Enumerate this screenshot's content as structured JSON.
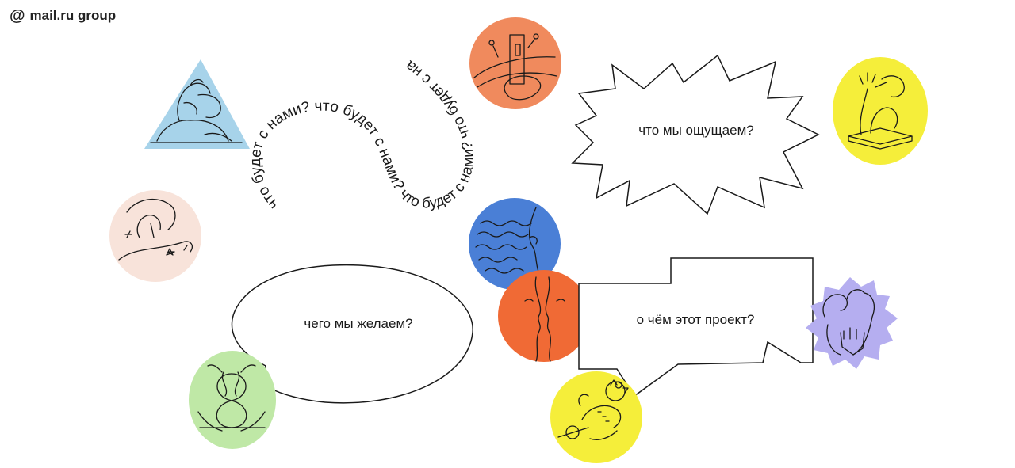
{
  "brand": {
    "at_symbol": "@",
    "name": "mail.ru group"
  },
  "bubbles": {
    "feel": "что мы ощущаем?",
    "desire": "чего мы желаем?",
    "about": "о чём этот проект?"
  },
  "wave_text": {
    "repeat": "что будет с нами?"
  },
  "colors": {
    "light_blue": "#a7d3ea",
    "orange": "#f08a5d",
    "yellow": "#f5ee3a",
    "peach": "#f8e3da",
    "blue": "#4a7fd6",
    "red_orange": "#f06a35",
    "green": "#bfe8a6",
    "lavender": "#b5aef0"
  },
  "icons": {
    "triangle": "hugging-figure-icon",
    "orange_circle": "door-road-icon",
    "yellow_top": "kneeling-figure-icon",
    "peach": "hand-touch-icon",
    "blue": "waves-face-icon",
    "red": "kissing-faces-icon",
    "green": "hands-infinity-icon",
    "lavender": "waving-hand-icon",
    "yellow_bottom": "hands-gears-icon"
  }
}
